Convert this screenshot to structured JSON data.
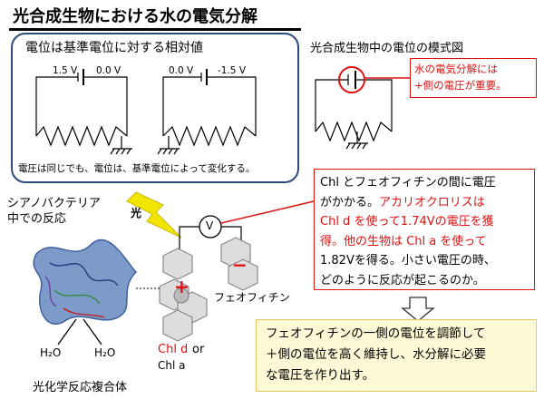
{
  "title": "光合成生物における水の電気分解",
  "relative_panel": {
    "heading": "電位は基準電位に対する相対値",
    "circuit1": {
      "v_left": "1.5 V",
      "v_right": "0.0 V"
    },
    "circuit2": {
      "v_left": "0.0 V",
      "v_right": "-1.5 V"
    },
    "note": "電圧は同じでも、電位は、基準電位によって変化する。"
  },
  "schematic": {
    "heading": "光合成生物中の電位の模式図",
    "callout": [
      "水の電気分解には",
      "+側の電圧が重要。"
    ]
  },
  "cyanobacteria": {
    "line1": "シアノバクテリア",
    "line2": "中での反応"
  },
  "light_label": "光",
  "voltmeter_label": "V",
  "plus_sign": "+",
  "minus_sign": "−",
  "pheophytin_label": "フェオフィチン",
  "chl_d": "Chl d",
  "chl_or": "or",
  "chl_a": "Chl a",
  "water_left": "H₂O",
  "water_right": "H₂O",
  "complex_label": "光化学反応複合体",
  "explanation": {
    "l1": "Chl とフェオフィチンの間に電圧",
    "l2": "がかかる。",
    "l2r": "アカリオクロリスは",
    "l3r": "Chl d を使って1.74Vの電圧を獲",
    "l4r": "得。他の生物は Chl a を使って",
    "l5": "1.82Vを得る。小さい電圧の時、",
    "l6": "どのように反応が起こるのか。"
  },
  "conclusion": {
    "l1": "フェオフィチンの一側の電位を調節して",
    "l2": "＋側の電位を高く維持し、水分解に必要",
    "l3": "な電圧を作り出す。"
  },
  "colors": {
    "red": "#e01010",
    "frame": "#2e4a7a",
    "note_bg": "#fdf9d6",
    "light": "#f2e600"
  }
}
